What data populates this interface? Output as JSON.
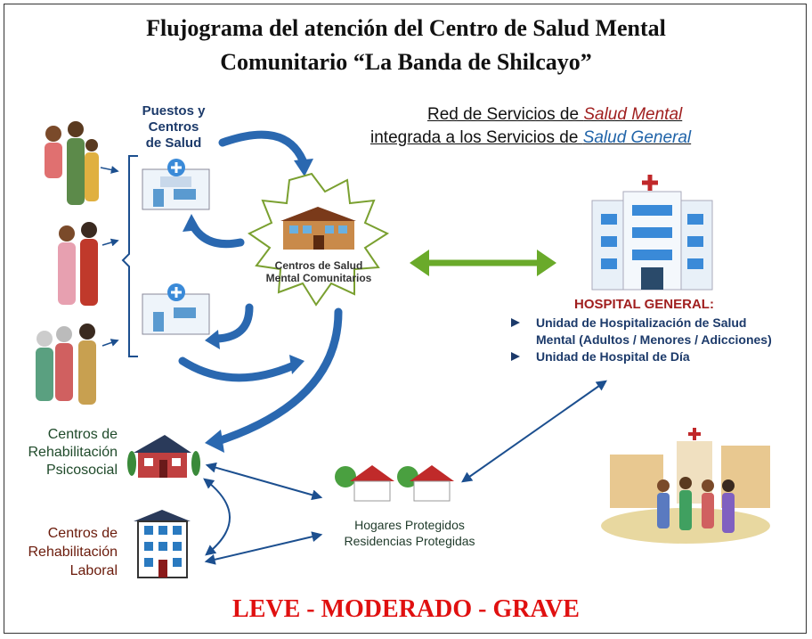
{
  "title": {
    "line1": "Flujograma del atención del Centro de Salud Mental",
    "line2": "Comunitario “La Banda de Shilcayo”"
  },
  "network": {
    "line1_prefix": "Red de Servicios de ",
    "line1_highlight": "Salud Mental",
    "line2_prefix": "integrada a los Servicios de ",
    "line2_highlight": "Salud General"
  },
  "nodes": {
    "puestos": [
      "Puestos y",
      "Centros",
      "de Salud"
    ],
    "csmc": [
      "Centros de Salud",
      "Mental Comunitarios"
    ],
    "hospital_title": "HOSPITAL GENERAL:",
    "hospital_items": [
      "Unidad de Hospitalización de Salud",
      "Mental (Adultos / Menores / Adicciones)",
      "Unidad de Hospital de Día"
    ],
    "psicosocial": [
      "Centros de",
      "Rehabilitación",
      "Psicosocial"
    ],
    "laboral": [
      "Centros de",
      "Rehabilitación",
      "Laboral"
    ],
    "hogares": [
      "Hogares Protegidos",
      "Residencias Protegidas"
    ]
  },
  "footer": "LEVE - MODERADO - GRAVE",
  "colors": {
    "accent_red": "#a01f1f",
    "accent_blue": "#1f63a8",
    "arrow_green": "#6aaa2a",
    "footer_red": "#e01010"
  }
}
